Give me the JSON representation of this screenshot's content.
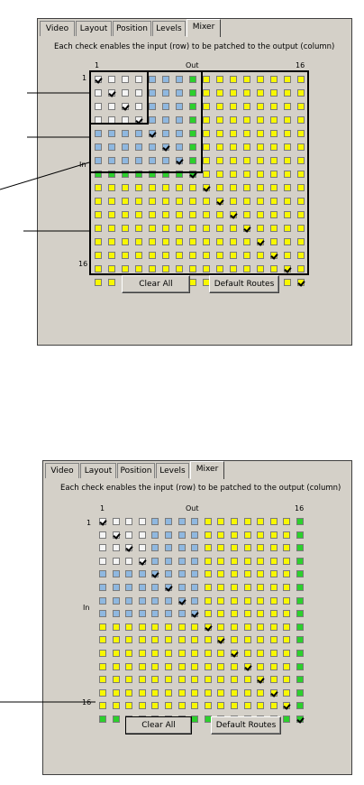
{
  "tabs": [
    {
      "label": "Video"
    },
    {
      "label": "Layout"
    },
    {
      "label": "Position"
    },
    {
      "label": "Levels"
    },
    {
      "label": "Mixer",
      "active": true
    }
  ],
  "instruction": "Each check enables the input (row) to be patched to the output (column)",
  "matrix": {
    "size": 16,
    "col_first_label": "1",
    "col_mid_label": "Out",
    "col_last_label": "16",
    "row_first_label": "1",
    "row_mid_label": "In",
    "row_last_label": "16"
  },
  "buttons": {
    "clear_all": "Clear All",
    "default_routes": "Default Routes"
  },
  "colors": {
    "white_cell": "#f4f4f4",
    "blue_cell": "#8fb8e0",
    "green_cell": "#2cd02c",
    "yellow_cell": "#f8f800"
  },
  "panel1_green_row": 8,
  "panel2_green_row": 16,
  "panel2_green_col": 16
}
